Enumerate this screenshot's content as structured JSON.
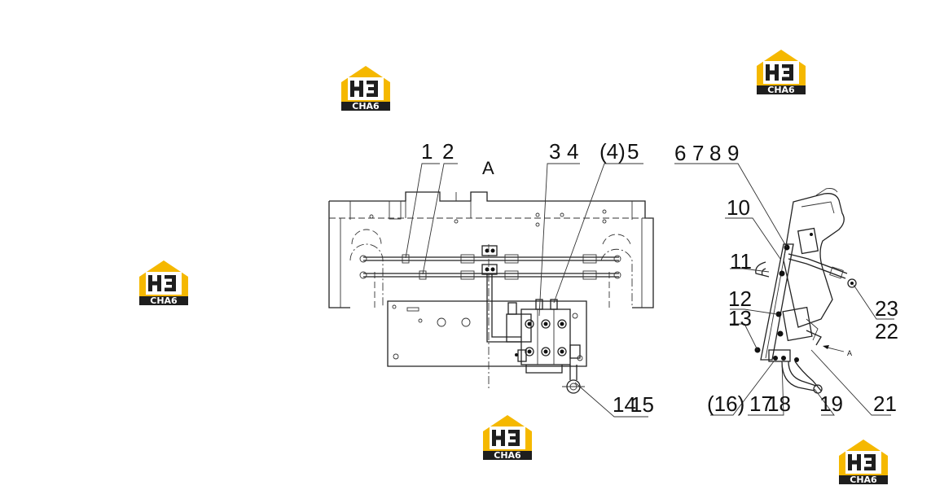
{
  "logo": {
    "mark": "H3",
    "caption": "CHA6"
  },
  "views": {
    "left_view_label": "A",
    "right_view_arrow_label": "A"
  },
  "callouts": {
    "c1": "1",
    "c2": "2",
    "c3": "3",
    "c4": "4",
    "c4p": "(4)",
    "c5": "5",
    "c6": "6",
    "c7": "7",
    "c8": "8",
    "c9": "9",
    "c10": "10",
    "c11": "11",
    "c12": "12",
    "c13": "13",
    "c14": "14",
    "c15": "15",
    "c16p": "(16)",
    "c17": "17",
    "c18": "18",
    "c19": "19",
    "c21": "21",
    "c22": "22",
    "c23": "23"
  }
}
